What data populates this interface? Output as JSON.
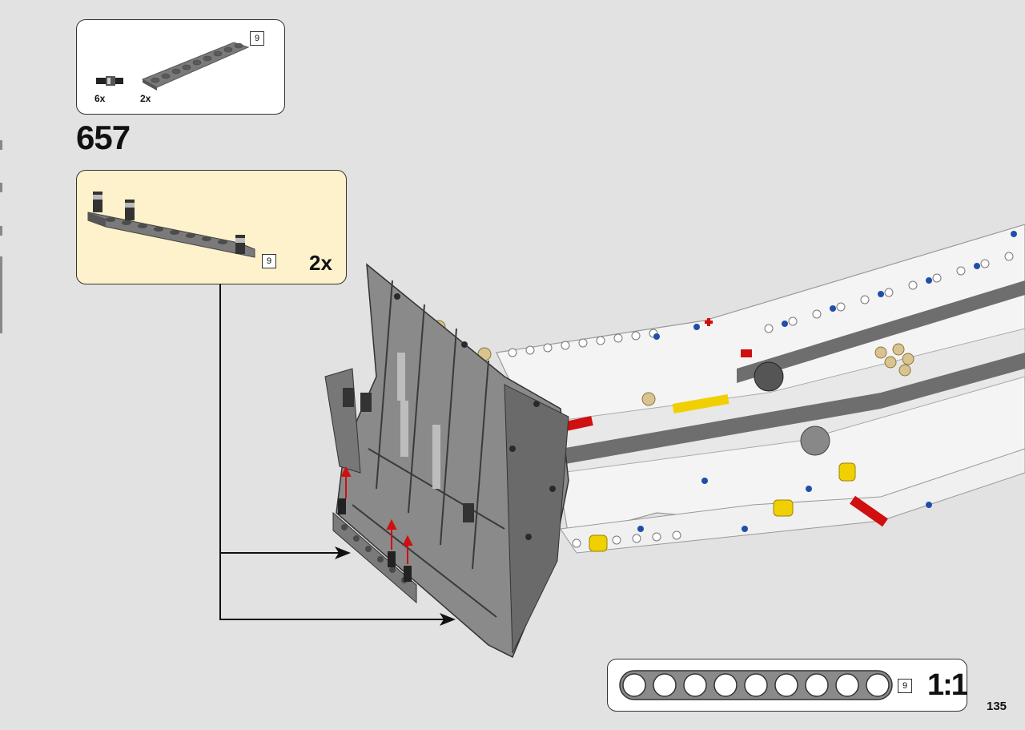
{
  "parts_callout": {
    "items": [
      {
        "qty": "6x",
        "part": "pin-connector"
      },
      {
        "qty": "2x",
        "part": "beam",
        "length": "9"
      }
    ]
  },
  "step_number": "657",
  "subassembly": {
    "multiplier": "2x",
    "length_tag": "9"
  },
  "scale_callout": {
    "length_tag": "9",
    "scale": "1:1",
    "hole_count": 9
  },
  "page_number": "135",
  "colors": {
    "background": "#e2e2e2",
    "subassembly_bg": "#fdf2cc",
    "beam_gray": "#7a7a7a",
    "model_white": "#f4f4f4",
    "pin_blue": "#1f4fa8",
    "axle_red": "#d01010",
    "bush_yellow": "#f0d000"
  }
}
